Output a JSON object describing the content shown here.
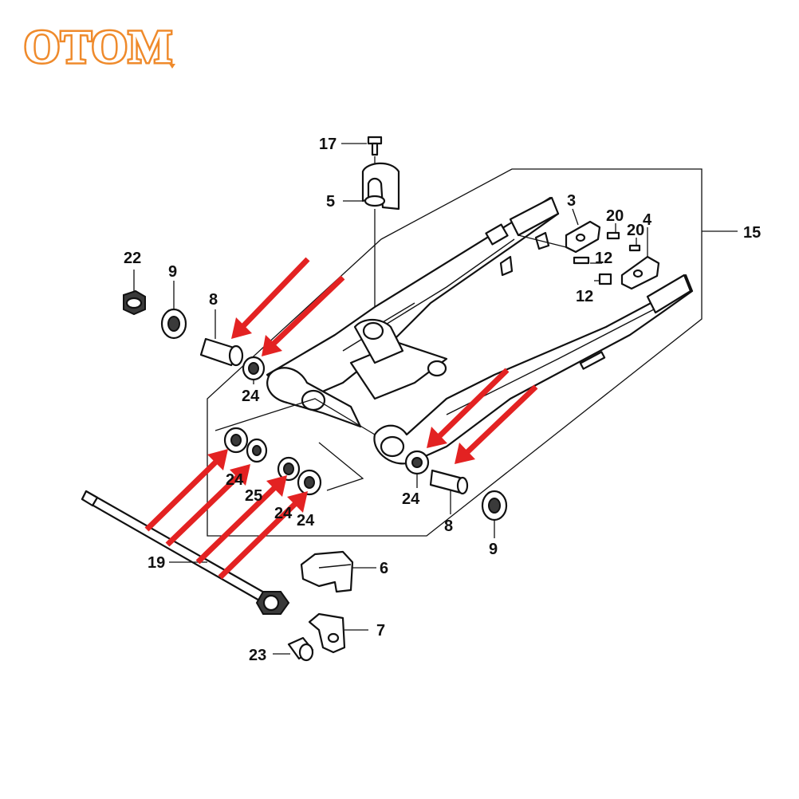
{
  "logo": {
    "text": "OTOM",
    "color": "#ef8a2b"
  },
  "arrow_color": "#e32222",
  "callouts": {
    "c17": "17",
    "c5": "5",
    "c3": "3",
    "c20a": "20",
    "c20b": "20",
    "c4": "4",
    "c15": "15",
    "c12a": "12",
    "c12b": "12",
    "c22": "22",
    "c9a": "9",
    "c8a": "8",
    "c24a": "24",
    "c24b": "24",
    "c25": "25",
    "c24c": "24",
    "c24d": "24",
    "c24e": "24",
    "c8b": "8",
    "c9b": "9",
    "c19": "19",
    "c6": "6",
    "c7": "7",
    "c23": "23"
  }
}
